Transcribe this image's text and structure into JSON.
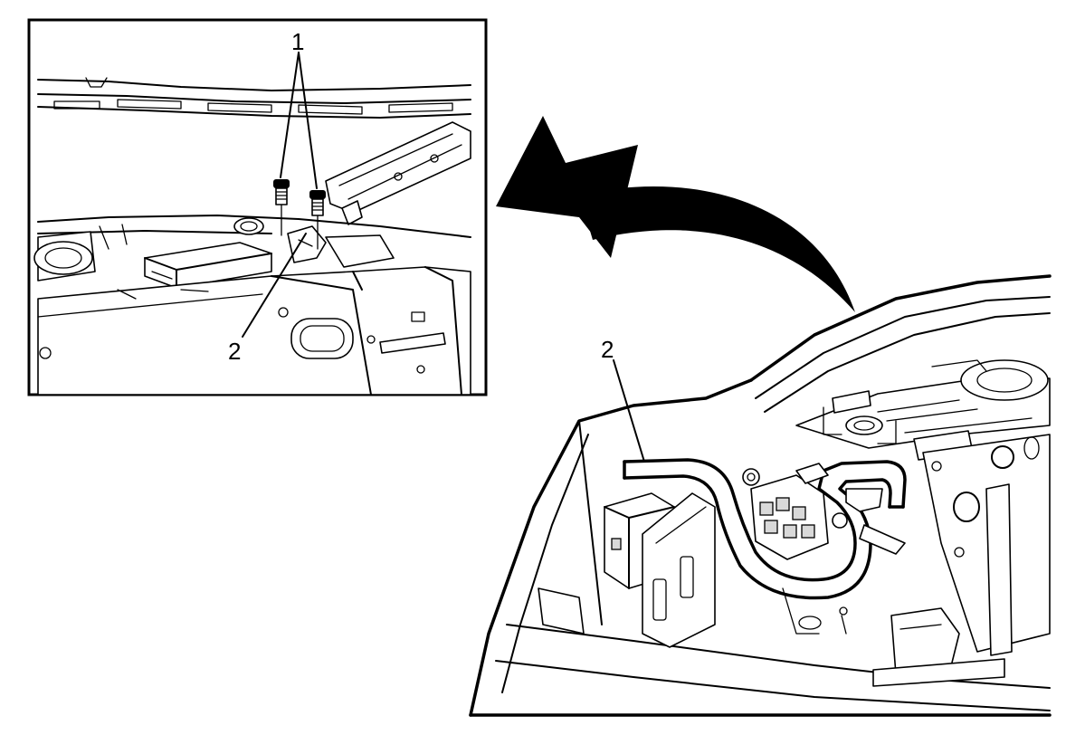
{
  "callouts": {
    "inset_label_1": "1",
    "inset_label_2": "2",
    "main_label_2": "2"
  },
  "colors": {
    "line": "#000000",
    "background": "#ffffff"
  }
}
